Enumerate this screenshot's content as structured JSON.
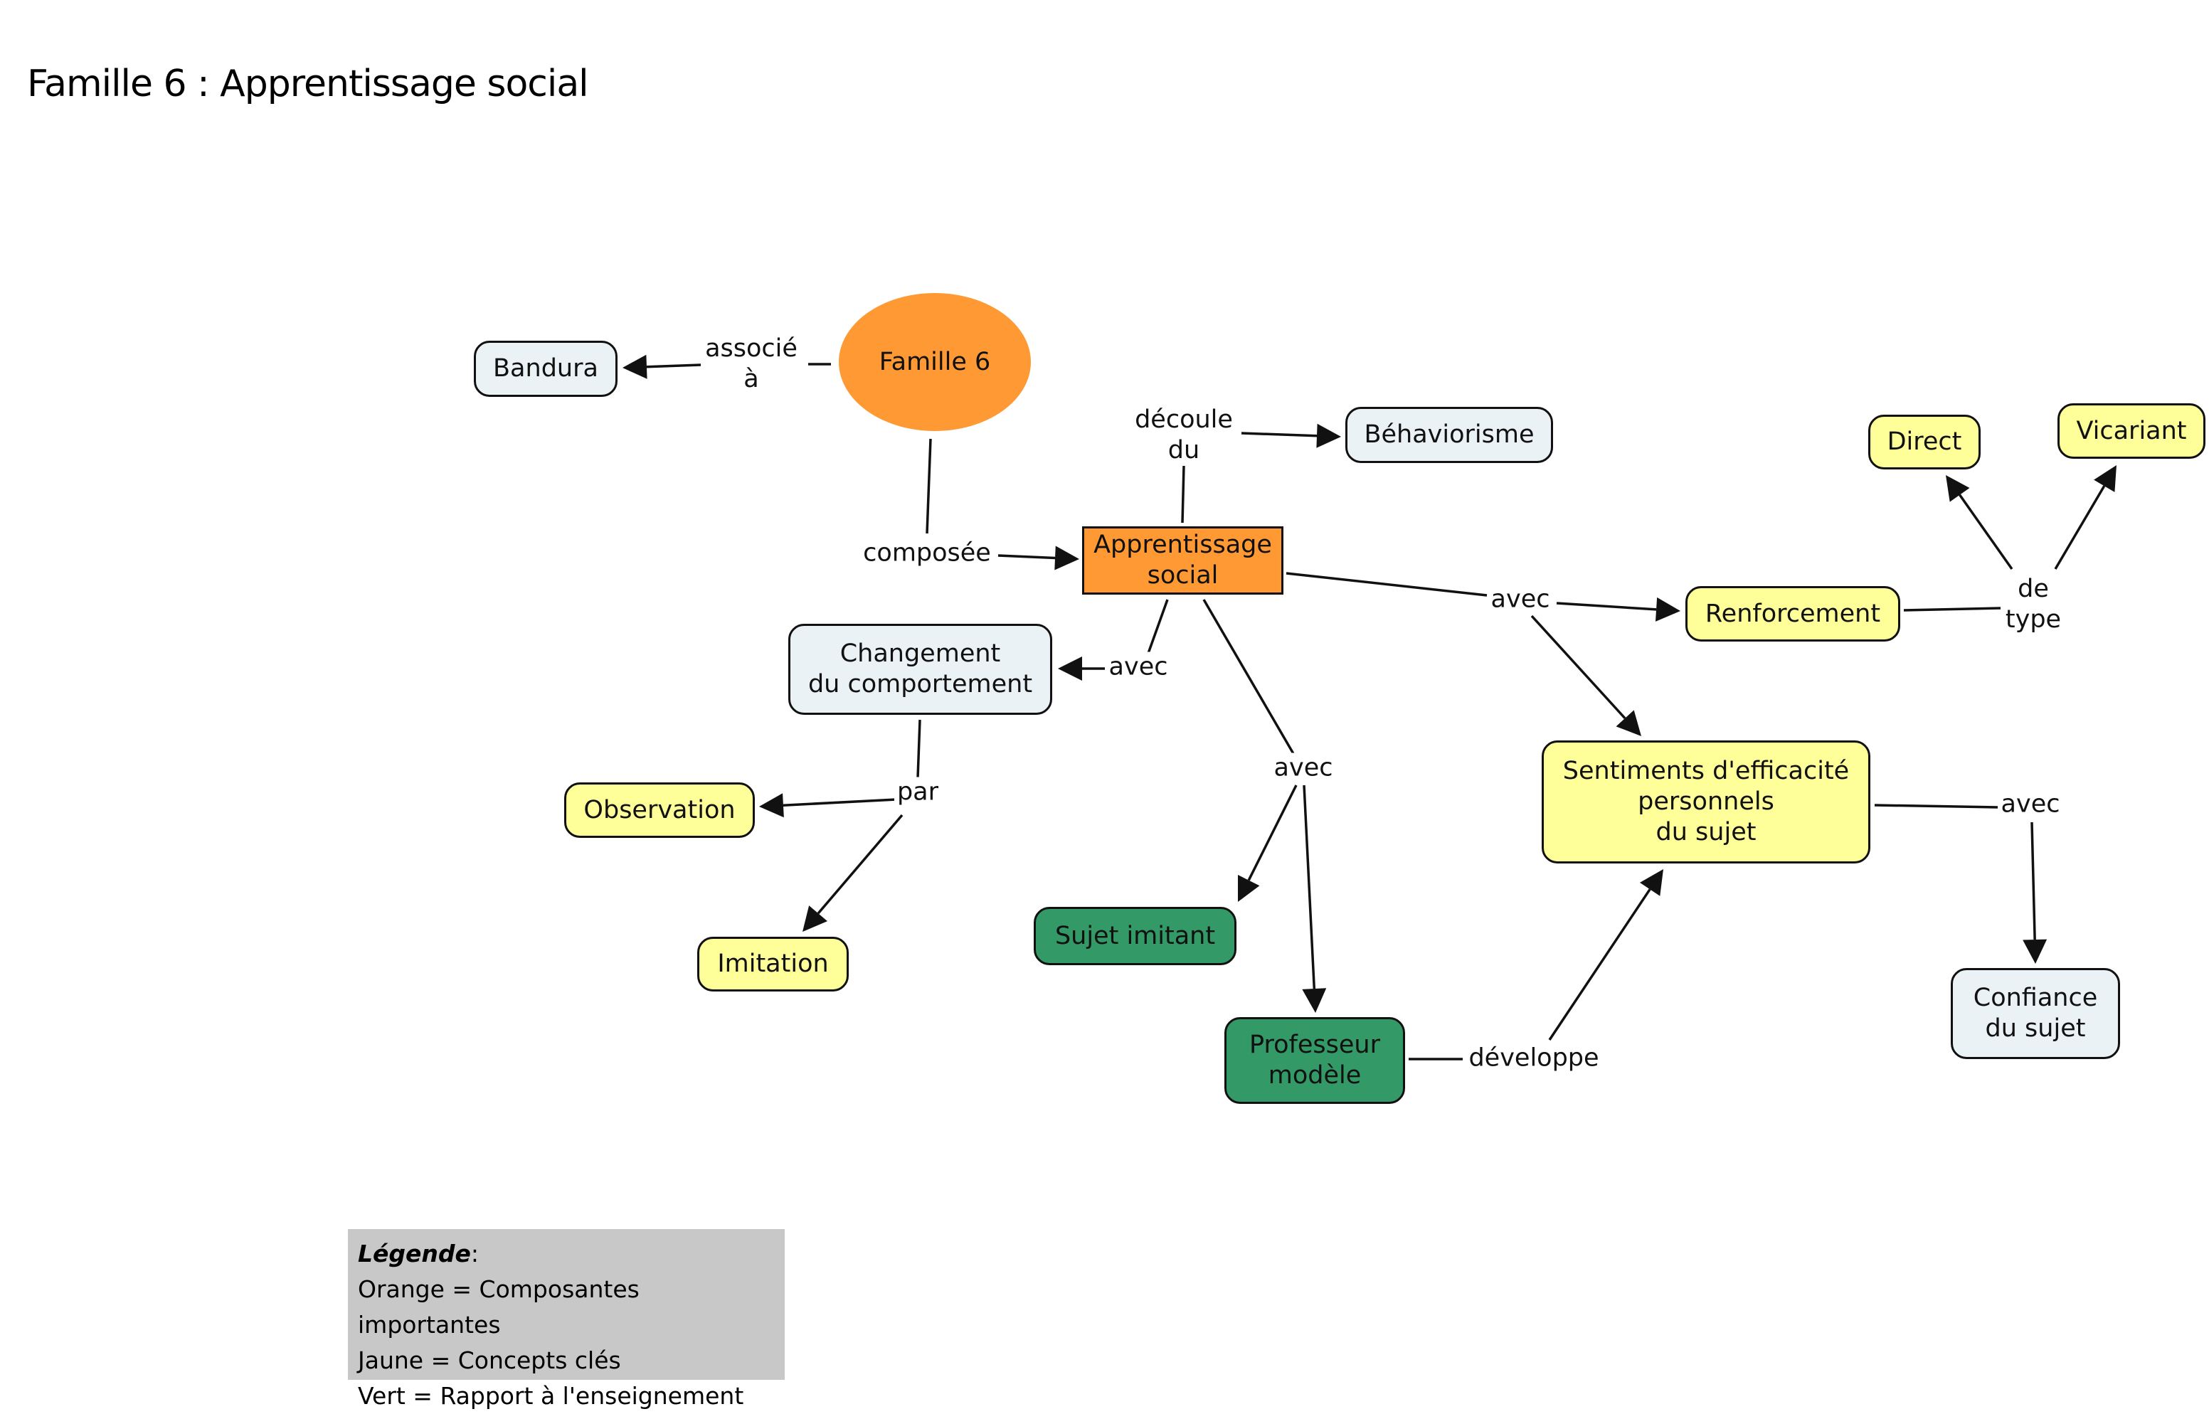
{
  "title": "Famille 6 : Apprentissage social",
  "colors": {
    "orange": "#ff9933",
    "yellow": "#ffff99",
    "green": "#339966",
    "blue_gray": "#ebf2f5",
    "legend_bg": "#c8c8c8"
  },
  "nodes": {
    "famille6": "Famille 6",
    "bandura": "Bandura",
    "behaviorisme": "Béhaviorisme",
    "apprentissage": "Apprentissage\nsocial",
    "changement": "Changement\ndu comportement",
    "observation": "Observation",
    "imitation": "Imitation",
    "sujet_imitant": "Sujet imitant",
    "professeur": "Professeur\nmodèle",
    "renforcement": "Renforcement",
    "direct": "Direct",
    "vicariant": "Vicariant",
    "sentiments": "Sentiments d'efficacité\npersonnels\ndu sujet",
    "confiance": "Confiance\ndu sujet"
  },
  "links": {
    "associe": "associé\nà",
    "composee": "composée",
    "decoule": "découle\ndu",
    "avec_changement": "avec",
    "avec_renforcement": "avec",
    "avec_sujet": "avec",
    "par": "par",
    "de_type": "de\ntype",
    "developpe": "développe",
    "avec_confiance": "avec"
  },
  "legend": {
    "title": "Légende",
    "suffix": ":",
    "items": [
      "Orange = Composantes importantes",
      "Jaune = Concepts clés",
      "Vert = Rapport à l'enseignement"
    ]
  }
}
